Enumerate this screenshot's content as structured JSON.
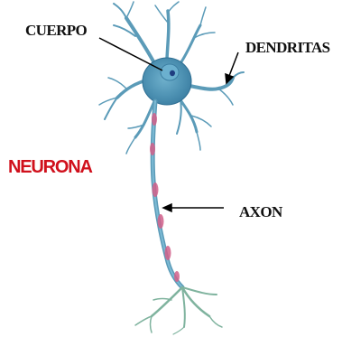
{
  "title": "NEURONA",
  "labels": {
    "body": "CUERPO",
    "dendrites": "DENDRITAS",
    "axon": "AXON"
  },
  "colors": {
    "title": "#d0101c",
    "label": "#111111",
    "cell": "#5b9bb8",
    "cell_dark": "#2f6f93",
    "nucleus": "#2a4a8a",
    "myelin": "#d2608a",
    "pointer": "#000000"
  }
}
